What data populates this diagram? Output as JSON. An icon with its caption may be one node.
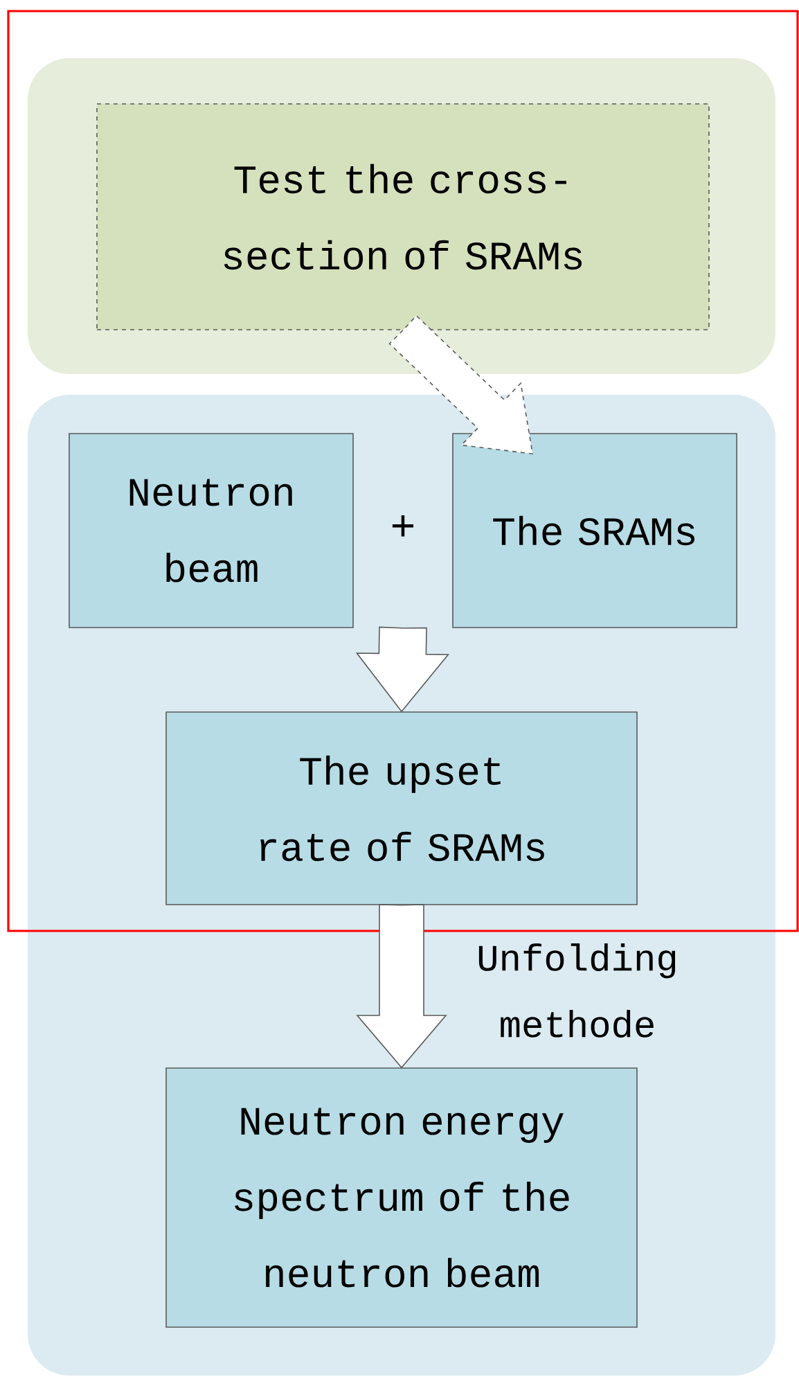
{
  "diagram": {
    "nodes": [
      {
        "text": [],
        "shape": "box"
      },
      {
        "text": [
          "Test the cross-section of SRAMs"
        ],
        "in": 0
      },
      {
        "text": [],
        "shape": "box"
      },
      {
        "text": [
          "Neutron beam"
        ],
        "in": 2
      },
      {
        "text": [
          "The SRAMs"
        ],
        "in": 2
      },
      {
        "text": [
          "The upset rate of SRAMs"
        ],
        "in": 2
      },
      {
        "text": [
          "Neutron energy spectrum of the neutron beam"
        ],
        "in": 2
      }
    ],
    "edges": [
      {
        "from": 1,
        "to": 4,
        "arrow": "to",
        "style": "dashed"
      },
      {
        "from": 3,
        "to": 5,
        "arrow": "to"
      },
      {
        "from": 4,
        "to": 5,
        "arrow": "to"
      },
      {
        "from": 5,
        "to": 6,
        "arrow": "to",
        "label": "Unfolding methode"
      }
    ],
    "labels": [
      "+"
    ]
  }
}
